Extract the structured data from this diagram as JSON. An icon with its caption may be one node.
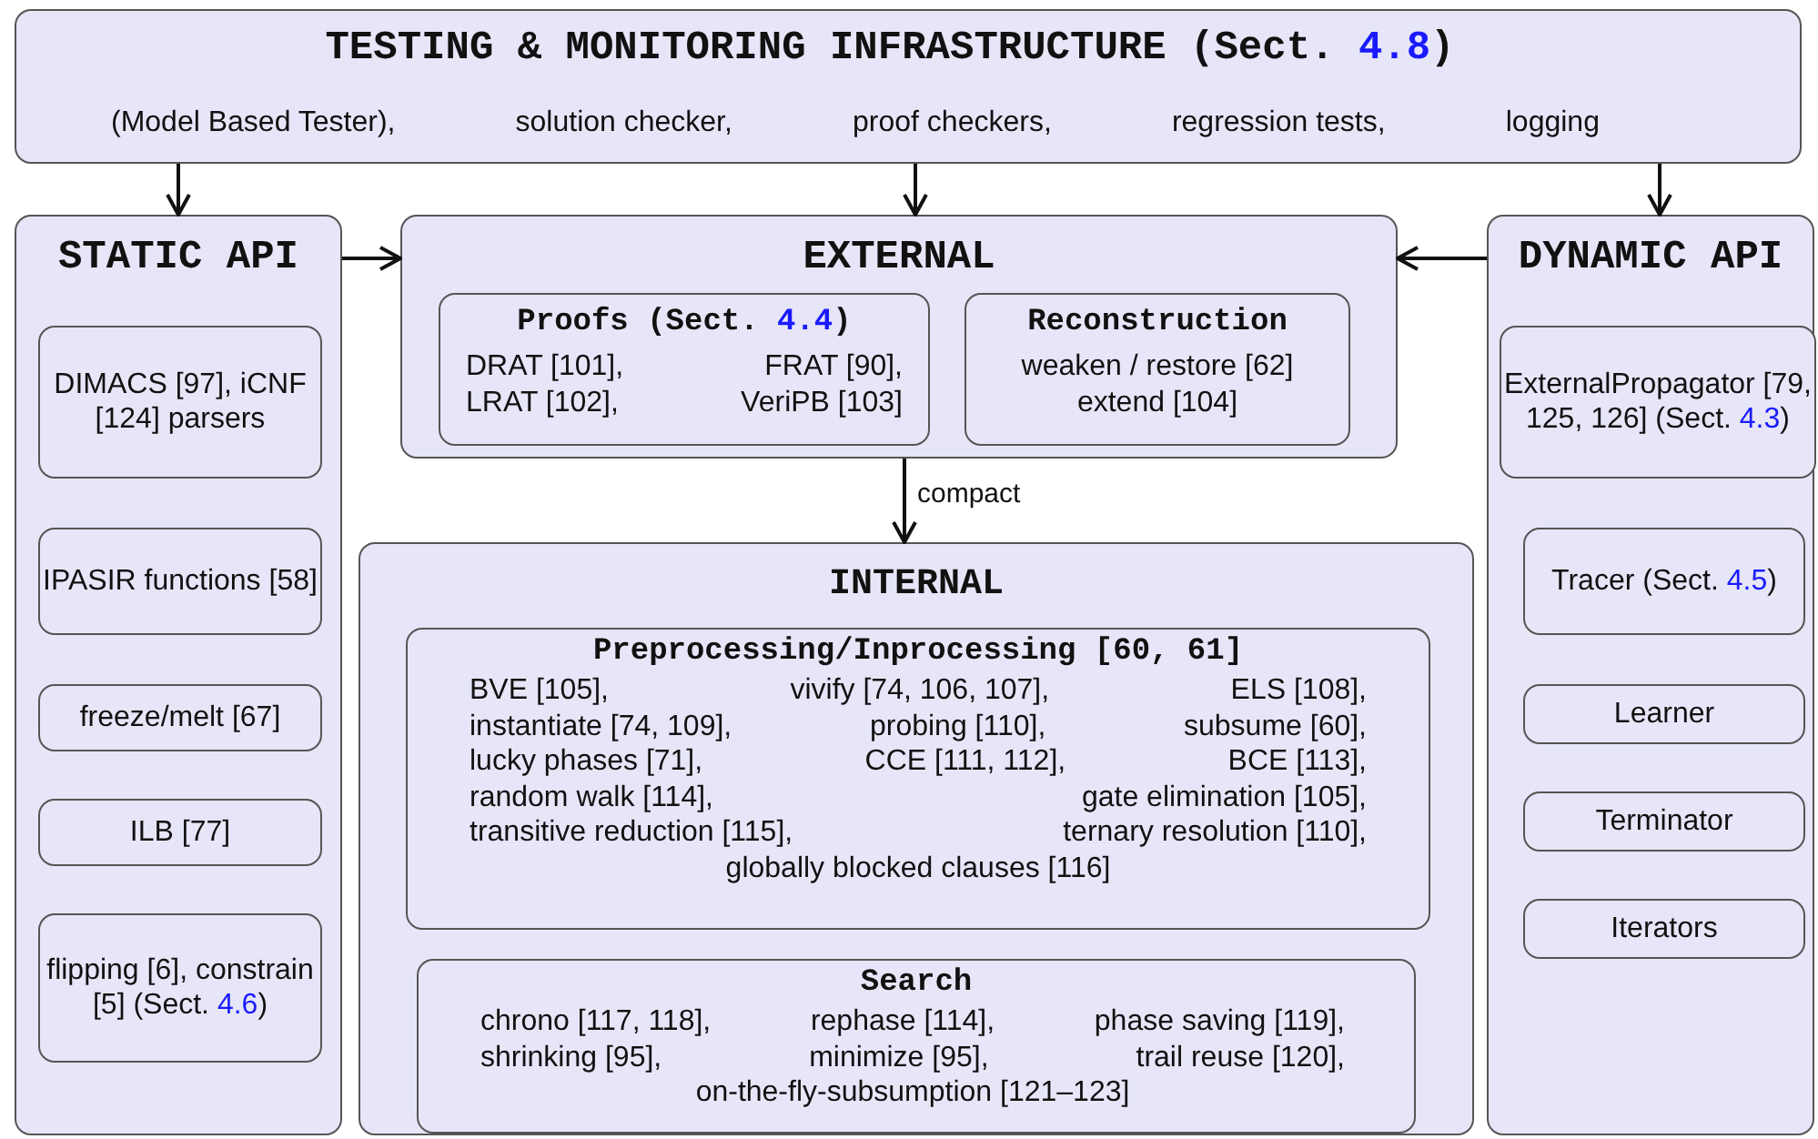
{
  "diagram": {
    "nodes": [
      {
        "text": [
          "TESTING & MONITORING INFRASTRUCTURE (Sect. 4.8)",
          "(Model Based Tester),",
          "solution checker,",
          "proof checkers,",
          "regression tests,",
          "logging"
        ]
      },
      {
        "text": [
          "STATIC API"
        ]
      },
      {
        "text": [
          "DIMACS [97], iCNF [124] parsers"
        ],
        "in": 1
      },
      {
        "text": [
          "IPASIR functions [58]"
        ],
        "in": 1
      },
      {
        "text": [
          "freeze/melt [67]"
        ],
        "in": 1
      },
      {
        "text": [
          "ILB [77]"
        ],
        "in": 1
      },
      {
        "text": [
          "flipping [6], constrain [5] (Sect. 4.6)"
        ],
        "in": 1
      },
      {
        "text": [
          "EXTERNAL"
        ]
      },
      {
        "text": [
          "Proofs (Sect. 4.4)",
          "DRAT [101],",
          "FRAT [90],",
          "LRAT [102],",
          "VeriPB [103]"
        ],
        "in": 7
      },
      {
        "text": [
          "Reconstruction",
          "weaken / restore [62]",
          "extend [104]"
        ],
        "in": 7
      },
      {
        "text": [
          "INTERNAL"
        ]
      },
      {
        "text": [
          "Preprocessing/Inprocessing [60, 61]",
          "BVE [105],",
          "vivify [74, 106, 107],",
          "ELS [108],",
          "instantiate [74, 109],",
          "probing [110],",
          "subsume [60],",
          "lucky phases [71],",
          "CCE [111, 112],",
          "BCE [113],",
          "random walk [114],",
          "gate elimination [105],",
          "transitive reduction [115],",
          "ternary resolution [110],",
          "globally blocked clauses [116]"
        ],
        "in": 10
      },
      {
        "text": [
          "Search",
          "chrono [117, 118],",
          "rephase [114],",
          "phase saving [119],",
          "shrinking [95],",
          "minimize [95],",
          "trail reuse [120],",
          "on-the-fly-subsumption [121–123]"
        ],
        "in": 10
      },
      {
        "text": [
          "DYNAMIC API"
        ]
      },
      {
        "text": [
          "ExternalPropagator [79, 125, 126] (Sect. 4.3)"
        ],
        "in": 13
      },
      {
        "text": [
          "Tracer (Sect. 4.5)"
        ],
        "in": 13
      },
      {
        "text": [
          "Learner"
        ],
        "in": 13
      },
      {
        "text": [
          "Terminator"
        ],
        "in": 13
      },
      {
        "text": [
          "Iterators"
        ],
        "in": 13
      }
    ],
    "edges": [
      {
        "from": 0,
        "to": 1,
        "arrow": "to"
      },
      {
        "from": 0,
        "to": 7,
        "arrow": "to"
      },
      {
        "from": 0,
        "to": 13,
        "arrow": "to"
      },
      {
        "from": 1,
        "to": 7,
        "arrow": "to"
      },
      {
        "from": 13,
        "to": 7,
        "arrow": "to"
      },
      {
        "from": 7,
        "to": 10,
        "arrow": "to",
        "label": "compact"
      }
    ]
  }
}
